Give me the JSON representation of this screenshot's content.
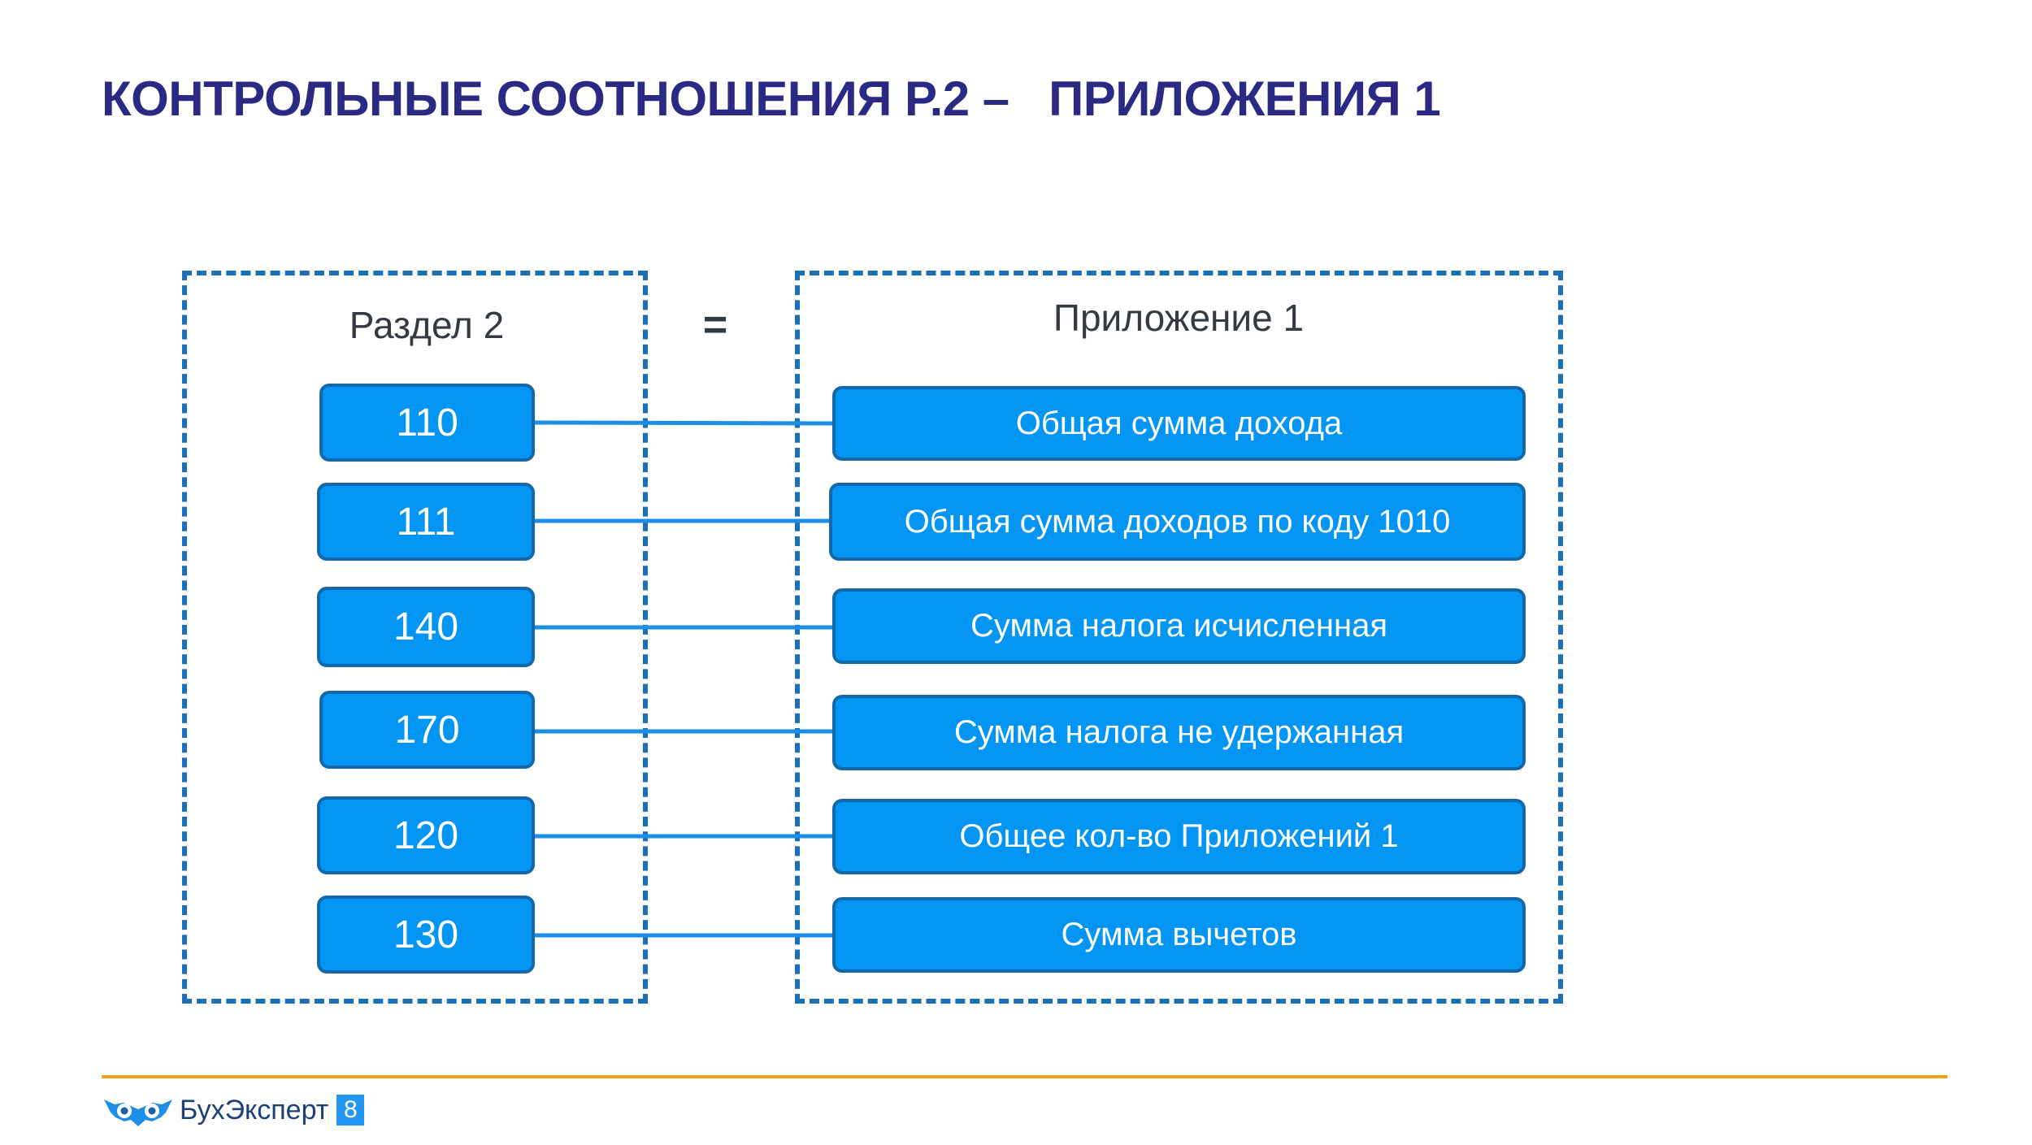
{
  "title": "КОНТРОЛЬНЫЕ СООТНОШЕНИЯ Р.2 –   ПРИЛОЖЕНИЯ 1",
  "left_group": {
    "label": "Раздел 2",
    "codes": [
      "110",
      "111",
      "140",
      "170",
      "120",
      "130"
    ]
  },
  "operator": "=",
  "right_group": {
    "label": "Приложение 1",
    "items": [
      "Общая сумма дохода",
      "Общая сумма доходов по коду 1010",
      "Сумма налога исчисленная",
      "Сумма налога не удержанная",
      "Общее кол-во Приложений 1",
      "Сумма вычетов"
    ]
  },
  "logo": {
    "text": "БухЭксперт",
    "badge": "8"
  },
  "colors": {
    "title": "#2a2a85",
    "box_fill": "#0395f4",
    "box_border": "#1467a9",
    "dashed_frame": "#1a6fb8",
    "connector": "#1c8ee6",
    "footer_line": "#f4a21c"
  }
}
